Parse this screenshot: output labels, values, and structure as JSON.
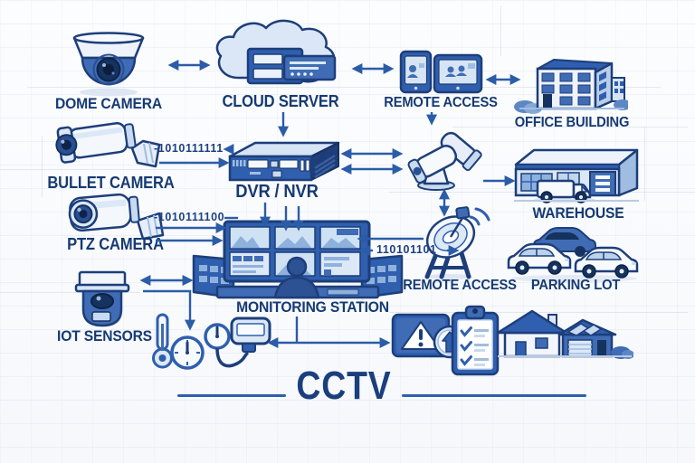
{
  "title": {
    "text": "CCTV"
  },
  "nodes": {
    "dome_camera": {
      "label": "DOME CAMERA",
      "icon": "dome-camera-icon"
    },
    "cloud_server": {
      "label": "CLOUD SERVER",
      "icon": "cloud-server-icon"
    },
    "remote_access_top": {
      "label": "REMOTE ACCESS",
      "icon": "mobile-devices-icon"
    },
    "office_building": {
      "label": "OFFICE BUILDING",
      "icon": "office-building-icon"
    },
    "bullet_camera": {
      "label": "BULLET CAMERA",
      "icon": "bullet-camera-icon"
    },
    "dvr_nvr": {
      "label": "DVR / NVR",
      "icon": "dvr-box-icon"
    },
    "dual_camera": {
      "label": "",
      "icon": "dual-camera-icon"
    },
    "warehouse": {
      "label": "WAREHOUSE",
      "icon": "warehouse-icon"
    },
    "ptz_camera": {
      "label": "PTZ CAMERA",
      "icon": "ptz-camera-icon"
    },
    "monitoring_station": {
      "label": "MONITORING STATION",
      "icon": "monitoring-station-icon"
    },
    "remote_access_dish": {
      "label": "REMOTE ACCESS",
      "icon": "satellite-dish-icon"
    },
    "parking_lot": {
      "label": "PARKING LOT",
      "icon": "parking-cars-icon"
    },
    "iot_sensors": {
      "label": "IOT SENSORS",
      "icon": "iot-sensor-icon"
    }
  },
  "data_streams": {
    "bullet_to_dvr": "-1010111111",
    "ptz_to_monitoring": "-1010111100",
    "monitoring_to_dish": "110101101"
  },
  "colors": {
    "outline_navy": "#1d3e7a",
    "fill_blue": "#2f5fae",
    "fill_mid": "#3f6cb4",
    "fill_light": "#d7e4f4",
    "arrow_blue": "#2b5ca8",
    "label_navy": "#163a72",
    "background": "#fbfcfe"
  }
}
